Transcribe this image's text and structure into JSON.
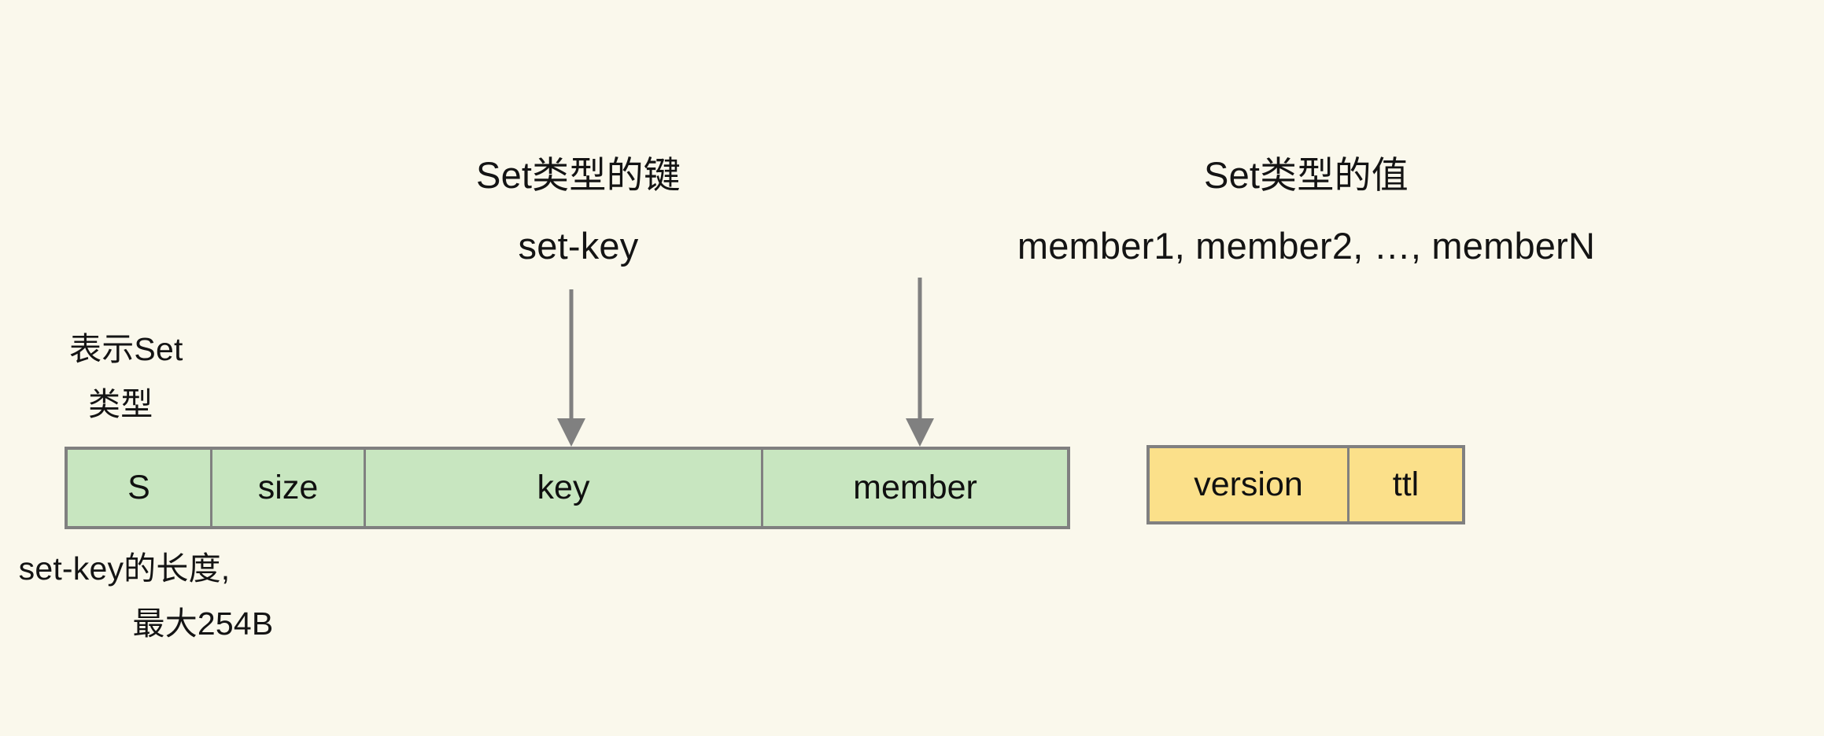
{
  "diagram": {
    "title_text": "Set类型的键 / Set类型的值",
    "background_color": "#faf8ec",
    "colors": {
      "key_record_fill": "#c8e6c0",
      "meta_record_fill": "#fbe08a",
      "border": "#808080",
      "arrow": "#808080",
      "text": "#141414"
    }
  },
  "callouts": [
    {
      "name": "key-callout",
      "line1": "Set类型的键",
      "line2": "set-key"
    },
    {
      "name": "value-callout",
      "line1": "Set类型的值",
      "line2": "member1, member2, …, memberN"
    }
  ],
  "annotations": [
    {
      "name": "type-flag-annotation",
      "line1": "表示Set",
      "line2": "类型"
    },
    {
      "name": "key-length-annotation",
      "line1": "set-key的长度,",
      "line2": "最大254B"
    }
  ],
  "key_record": {
    "name": "set-key-record",
    "fields": [
      {
        "label": "S"
      },
      {
        "label": "size"
      },
      {
        "label": "key"
      },
      {
        "label": "member"
      }
    ]
  },
  "meta_record": {
    "name": "set-meta-record",
    "fields": [
      {
        "label": "version"
      },
      {
        "label": "ttl"
      }
    ]
  },
  "arrows": [
    {
      "name": "arrow-to-key-field"
    },
    {
      "name": "arrow-to-member-field"
    }
  ]
}
